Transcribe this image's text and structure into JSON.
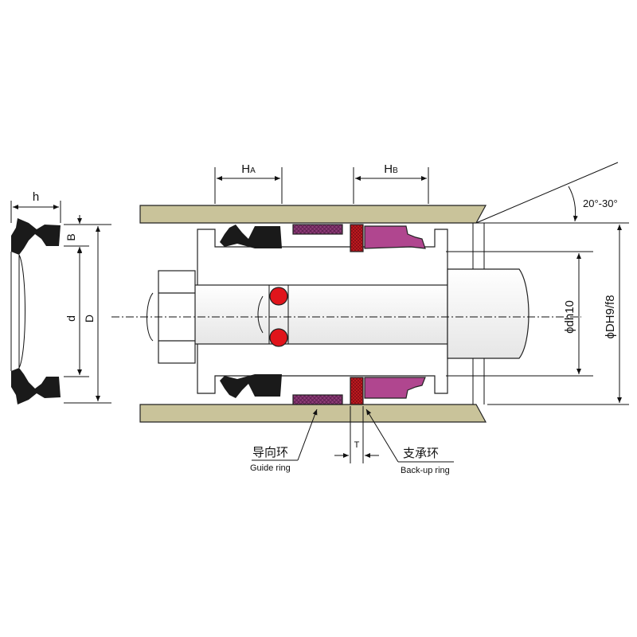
{
  "colors": {
    "housing": "#c9c39a",
    "seal": "#1a1a1a",
    "guide_ring": "#8b3a76",
    "backup_ring": "#c41a22",
    "piston_seal": "#b0468f",
    "oring": "#e0141b",
    "rod": "#f7f7f7"
  },
  "labels": {
    "h": "h",
    "B": "B",
    "d": "d",
    "D": "D",
    "HA_main": "H",
    "HA_sub": "A",
    "HB_main": "H",
    "HB_sub": "B",
    "angle": "20°-30°",
    "dh": "ϕdh10",
    "DH": "ϕDH9/f8",
    "T": "T",
    "guide_cn": "导向环",
    "guide_en": "Guide ring",
    "backup_cn": "支承环",
    "backup_en": "Back-up ring"
  }
}
